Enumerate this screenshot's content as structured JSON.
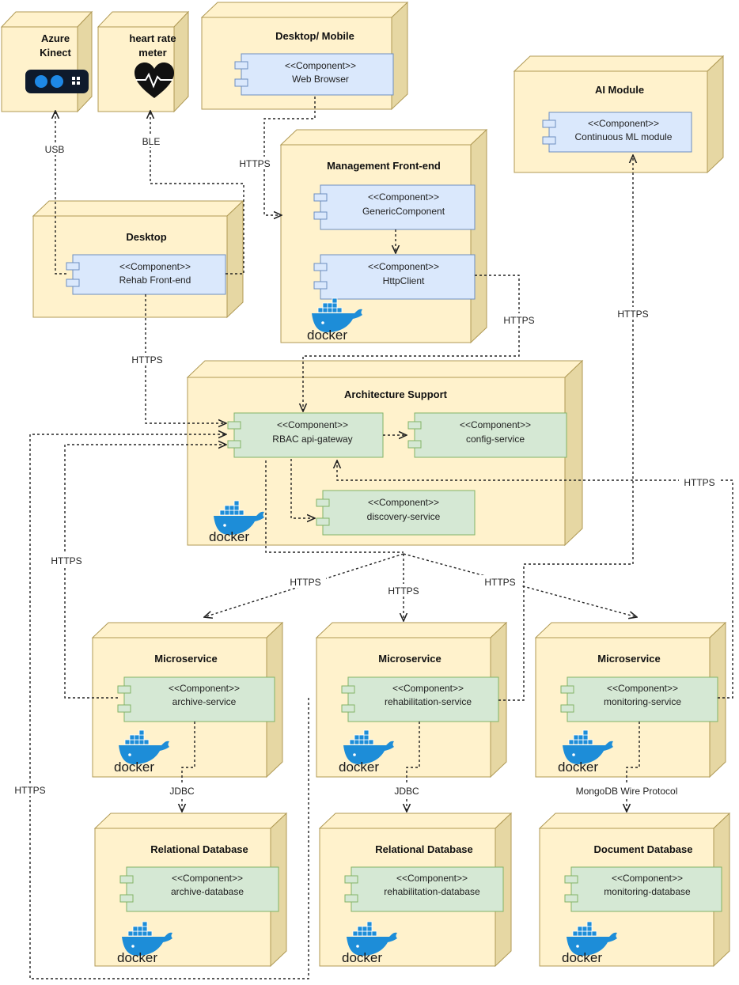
{
  "nodes": {
    "azure_kinect": {
      "title_line1": "Azure",
      "title_line2": "Kinect"
    },
    "heart_rate": {
      "title_line1": "heart rate",
      "title_line2": "meter"
    },
    "desktop_mobile": {
      "title": "Desktop/ Mobile",
      "component": {
        "stereotype": "<<Component>>",
        "name": "Web Browser"
      }
    },
    "ai_module": {
      "title": "AI Module",
      "component": {
        "stereotype": "<<Component>>",
        "name": "Continuous ML module"
      }
    },
    "management": {
      "title": "Management Front-end",
      "components": [
        {
          "stereotype": "<<Component>>",
          "name": "GenericComponent"
        },
        {
          "stereotype": "<<Component>>",
          "name": "HttpClient"
        }
      ]
    },
    "desktop": {
      "title": "Desktop",
      "component": {
        "stereotype": "<<Component>>",
        "name": "Rehab Front-end"
      }
    },
    "arch_support": {
      "title": "Architecture Support",
      "components": [
        {
          "stereotype": "<<Component>>",
          "name": "RBAC api-gateway"
        },
        {
          "stereotype": "<<Component>>",
          "name": "config-service"
        },
        {
          "stereotype": "<<Component>>",
          "name": "discovery-service"
        }
      ]
    },
    "ms_archive": {
      "title": "Microservice",
      "component": {
        "stereotype": "<<Component>>",
        "name": "archive-service"
      }
    },
    "ms_rehab": {
      "title": "Microservice",
      "component": {
        "stereotype": "<<Component>>",
        "name": "rehabilitation-service"
      }
    },
    "ms_monitor": {
      "title": "Microservice",
      "component": {
        "stereotype": "<<Component>>",
        "name": "monitoring-service"
      }
    },
    "db_archive": {
      "title": "Relational Database",
      "component": {
        "stereotype": "<<Component>>",
        "name": "archive-database"
      }
    },
    "db_rehab": {
      "title": "Relational Database",
      "component": {
        "stereotype": "<<Component>>",
        "name": "rehabilitation-database"
      }
    },
    "db_monitor": {
      "title": "Document Database",
      "component": {
        "stereotype": "<<Component>>",
        "name": "monitoring-database"
      }
    }
  },
  "docker_label": "docker",
  "edges": {
    "usb": "USB",
    "ble": "BLE",
    "https_browser": "HTTPS",
    "https_rehab": "HTTPS",
    "https_httpclient": "HTTPS",
    "https_ai": "HTTPS",
    "https_monitor_gw": "HTTPS",
    "https_archive_gw": "HTTPS",
    "https_left_outer": "HTTPS",
    "https_to_archive": "HTTPS",
    "https_to_rehab": "HTTPS",
    "https_to_monitor": "HTTPS",
    "jdbc_archive": "JDBC",
    "jdbc_rehab": "JDBC",
    "mongo": "MongoDB Wire Protocol"
  },
  "colors": {
    "node_fill": "#fff2cc",
    "node_side": "#e6d7a3",
    "node_stroke": "#b09a55",
    "comp_blue": "#dae8fc",
    "comp_blue_stroke": "#6c8ebf",
    "comp_green": "#d5e8d4",
    "comp_green_stroke": "#82b366",
    "docker_blue": "#1d8dd8"
  }
}
